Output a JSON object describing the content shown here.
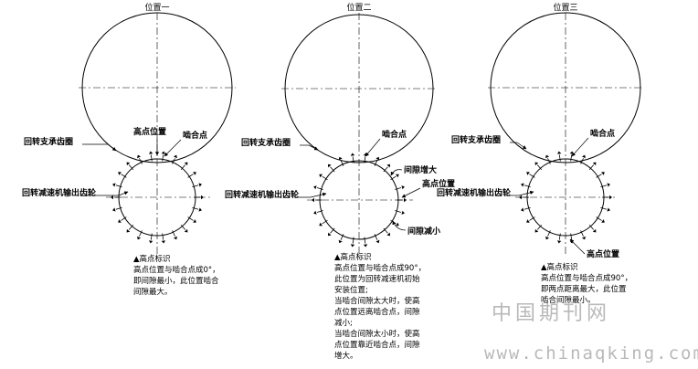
{
  "titles": [
    "位置一",
    "位置二",
    "位置三"
  ],
  "labels": {
    "slewing_ring": "回转支承齿圈",
    "reducer_gear": "回转减速机输出齿轮",
    "high_point": "高点位置",
    "mesh_point": "啮合点",
    "gap_large": "间隙增大",
    "gap_small": "间隙减小"
  },
  "notes": {
    "p1": [
      "▲高点标识",
      "高点位置与啮合点成0°，",
      "即间隙最小，此位置啮合",
      "间隙最大。"
    ],
    "p2": [
      "▲高点标识",
      "高点位置与啮合点成90°，",
      "此位置为回转减速机初始",
      "安装位置;",
      "当啮合间隙太大时，使高",
      "点位置远离啮合点，间隙",
      "减小;",
      "当啮合间隙太小时，使高",
      "点位置靠近啮合点，间隙",
      "增大。"
    ],
    "p3": [
      "▲高点标识",
      "高点位置与啮合点成90°，",
      "即两点距离最大，此位置",
      "啮合间隙最小。"
    ]
  },
  "watermark": {
    "cn": "中国期刊网",
    "url": "www.chinaqking.com"
  },
  "colors": {
    "line": "#000000",
    "watermark": "#b9b9b9"
  }
}
